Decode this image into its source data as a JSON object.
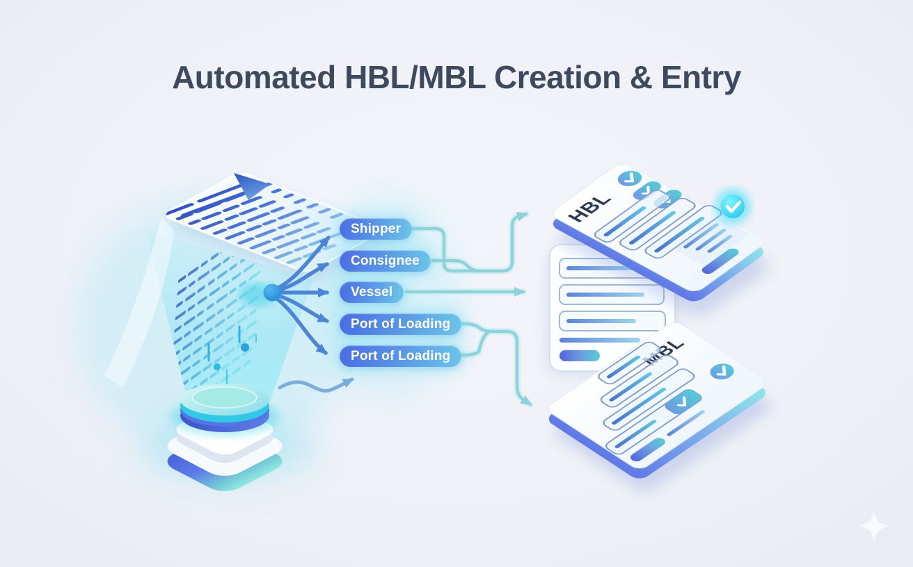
{
  "title": "Automated HBL/MBL Creation & Entry",
  "icons": {
    "check": "✓",
    "sparkle": "✦"
  },
  "flow": {
    "extracted_fields": [
      {
        "label": "Shipper"
      },
      {
        "label": "Consignee"
      },
      {
        "label": "Vessel"
      },
      {
        "label": "Port of Loading"
      },
      {
        "label": "Port of Loading"
      }
    ],
    "documents": [
      {
        "label": "HBL"
      },
      {
        "label": "MBL"
      }
    ]
  },
  "colors": {
    "background": "#eef0f6",
    "title_text": "#3d4a5e",
    "pill_gradient_start": "#4a6ce4",
    "pill_gradient_end": "#6cc6e9",
    "pill_glow": "#74def2",
    "flow_arrow_blue": "#4c84d6",
    "connector_teal": "#8fd2da",
    "card_side_blue": "#5f78e6",
    "card_side_teal": "#8ee8ea",
    "check_badge_cyan": "#1fc8ee",
    "document_dash_dark": "#2d4fc0",
    "document_dash_light": "#93ccec"
  }
}
